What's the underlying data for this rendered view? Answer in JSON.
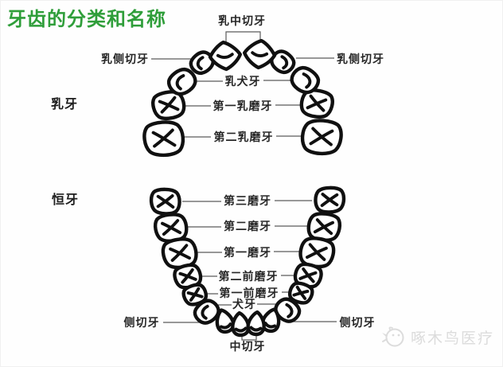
{
  "title": "牙齿的分类和名称",
  "deciduous": {
    "section_label": "乳牙",
    "labels": {
      "central_incisor": "乳中切牙",
      "lateral_incisor_left": "乳侧切牙",
      "lateral_incisor_right": "乳侧切牙",
      "canine": "乳犬牙",
      "first_molar": "第一乳磨牙",
      "second_molar": "第二乳磨牙"
    }
  },
  "permanent": {
    "section_label": "恒牙",
    "labels": {
      "third_molar": "第三磨牙",
      "second_molar": "第二磨牙",
      "first_molar": "第一磨牙",
      "second_premolar": "第二前磨牙",
      "first_premolar": "第一前磨牙",
      "canine": "犬牙",
      "lateral_incisor_left": "侧切牙",
      "lateral_incisor_right": "侧切牙",
      "central_incisor": "中切牙"
    }
  },
  "watermark": {
    "icon": "woodpecker-bird-icon",
    "brand": "啄木鸟医疗"
  },
  "colors": {
    "title_green": "#2f9e3a",
    "tooth_outline": "#101010",
    "connector_gray": "#5c5c5c",
    "watermark_gray": "#dcdcdc"
  }
}
